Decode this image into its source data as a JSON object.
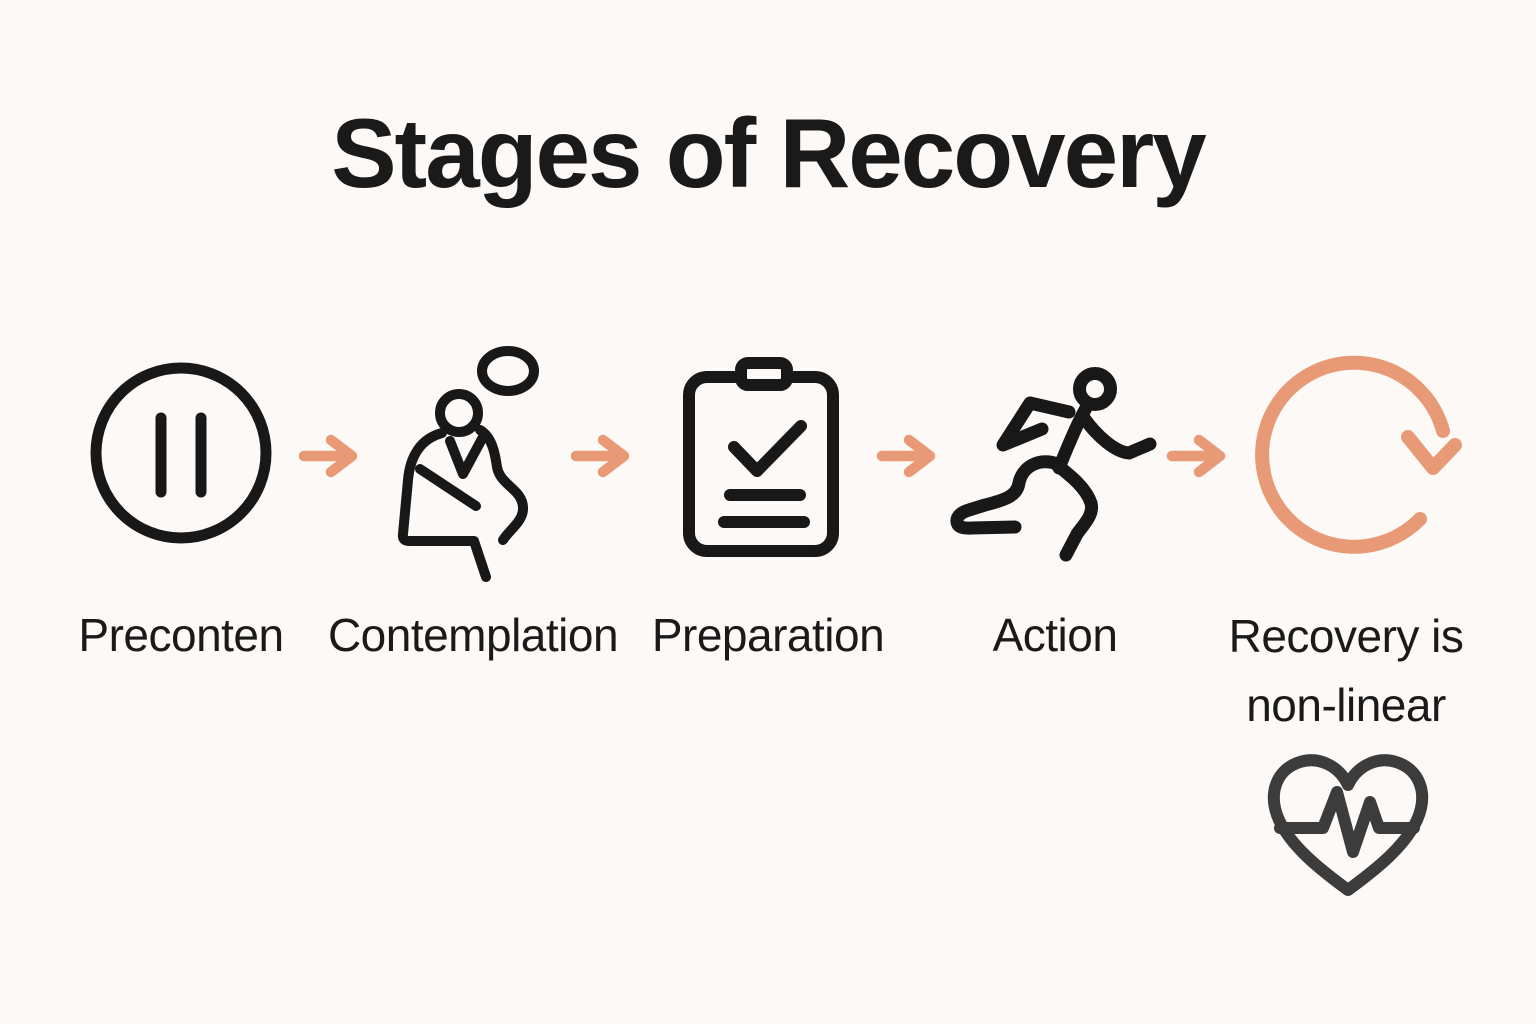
{
  "title": "Stages of Recovery",
  "flow": {
    "connector_icon": "arrow-right-icon",
    "connector_count": 4,
    "direction": "left-to-right"
  },
  "stages": [
    {
      "label": "Preconten",
      "icon": "pause-circle-icon"
    },
    {
      "label": "Contemplation",
      "icon": "thinking-person-icon"
    },
    {
      "label": "Preparation",
      "icon": "clipboard-check-icon"
    },
    {
      "label": "Action",
      "icon": "runner-icon"
    },
    {
      "label": "Recovery is non-linear",
      "icon": "cycle-arrow-icon",
      "secondary_icon": "heartbeat-heart-icon"
    }
  ],
  "colors": {
    "background": "#FDF9F6",
    "text": "#1A1A1A",
    "icon_stroke": "#181818",
    "accent_arrow": "#E89A76",
    "heart_stroke": "#3C3C3C"
  }
}
